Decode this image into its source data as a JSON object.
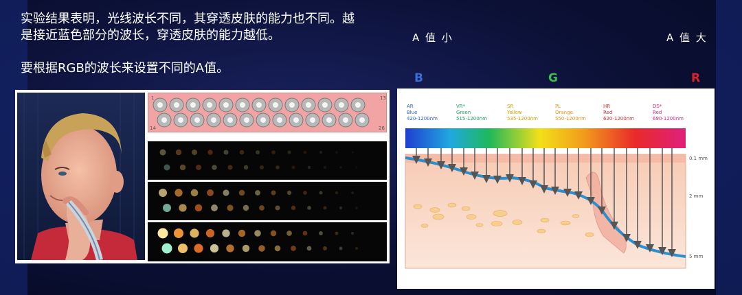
{
  "text": {
    "paragraph1": "实验结果表明，光线波长不同，其穿透皮肤的能力也不同。越是接近蓝色部分的波长，穿透皮肤的能力越低。",
    "paragraph2": "要根据RGB的波长来设置不同的A值。"
  },
  "scale": {
    "left_label": "A 值 小",
    "right_label": "A 值 大"
  },
  "rgb_labels": {
    "b": "B",
    "g": "G",
    "r": "R"
  },
  "electrode_numbers": {
    "top_left": "1",
    "top_right": "13",
    "bottom_left": "14",
    "bottom_right": "26"
  },
  "spectrum": {
    "bands": [
      {
        "code": "AR",
        "color_name": "Blue",
        "range": "420-1200nm",
        "hex": "#2a5bd7"
      },
      {
        "code": "VR*",
        "color_name": "Green",
        "range": "515-1200nm",
        "hex": "#1f9e5a"
      },
      {
        "code": "SR",
        "color_name": "Yellow",
        "range": "535-1200nm",
        "hex": "#c9a400"
      },
      {
        "code": "PL",
        "color_name": "Orange",
        "range": "550-1200nm",
        "hex": "#e8921a"
      },
      {
        "code": "HR",
        "color_name": "Red",
        "range": "620-1200nm",
        "hex": "#d62a2a"
      },
      {
        "code": "DS*",
        "color_name": "Red",
        "range": "690-1200nm",
        "hex": "#d0247e"
      }
    ],
    "depths": [
      "0.1 mm",
      "2 mm",
      "5 mm"
    ]
  },
  "colors": {
    "blue_label": "#3a6ed8",
    "green_label": "#3cbd4a",
    "red_label": "#e0202a",
    "skin_line": "#2a8fd0"
  }
}
